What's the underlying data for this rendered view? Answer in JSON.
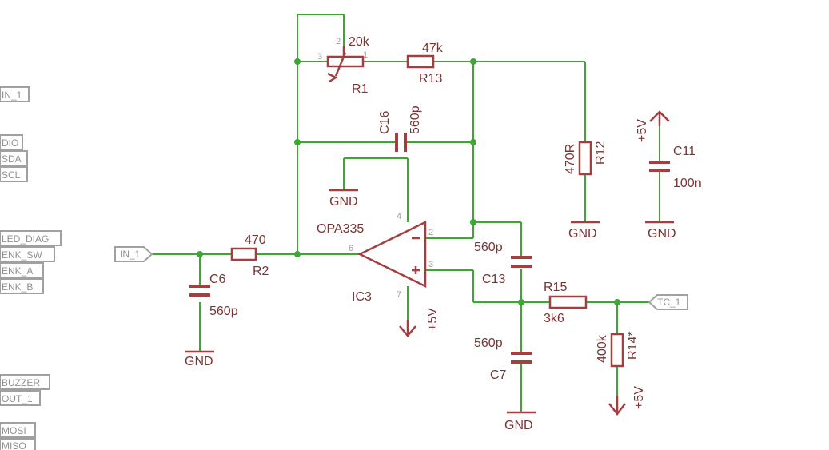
{
  "net_labels": {
    "left": [
      "IN_1",
      "DIO",
      "SDA",
      "SCL",
      "LED_DIAG",
      "ENK_SW",
      "ENK_A",
      "ENK_B",
      "BUZZER",
      "OUT_1",
      "MOSI",
      "MISO"
    ],
    "in": "IN_1",
    "out": "TC_1"
  },
  "components": {
    "r1": {
      "name": "R1",
      "value": "20k",
      "pin1": "1",
      "pin2": "2",
      "pin3": "3"
    },
    "r13": {
      "name": "R13",
      "value": "47k"
    },
    "c16": {
      "name": "C16",
      "value": "560p"
    },
    "r12": {
      "name": "R12",
      "value": "470R"
    },
    "c11": {
      "name": "C11",
      "value": "100n"
    },
    "r2": {
      "name": "R2",
      "value": "470"
    },
    "c6": {
      "name": "C6",
      "value": "560p"
    },
    "ic3": {
      "name": "IC3",
      "value": "OPA335",
      "pin2": "2",
      "pin3": "3",
      "pin4": "4",
      "pin6": "6",
      "pin7": "7"
    },
    "c13": {
      "name": "C13",
      "value": "560p"
    },
    "r15": {
      "name": "R15",
      "value": "3k6"
    },
    "c7": {
      "name": "C7",
      "value": "560p"
    },
    "r14": {
      "name": "R14*",
      "value": "400k"
    }
  },
  "supplies": {
    "gnd": "GND",
    "vcc": "+5V"
  }
}
